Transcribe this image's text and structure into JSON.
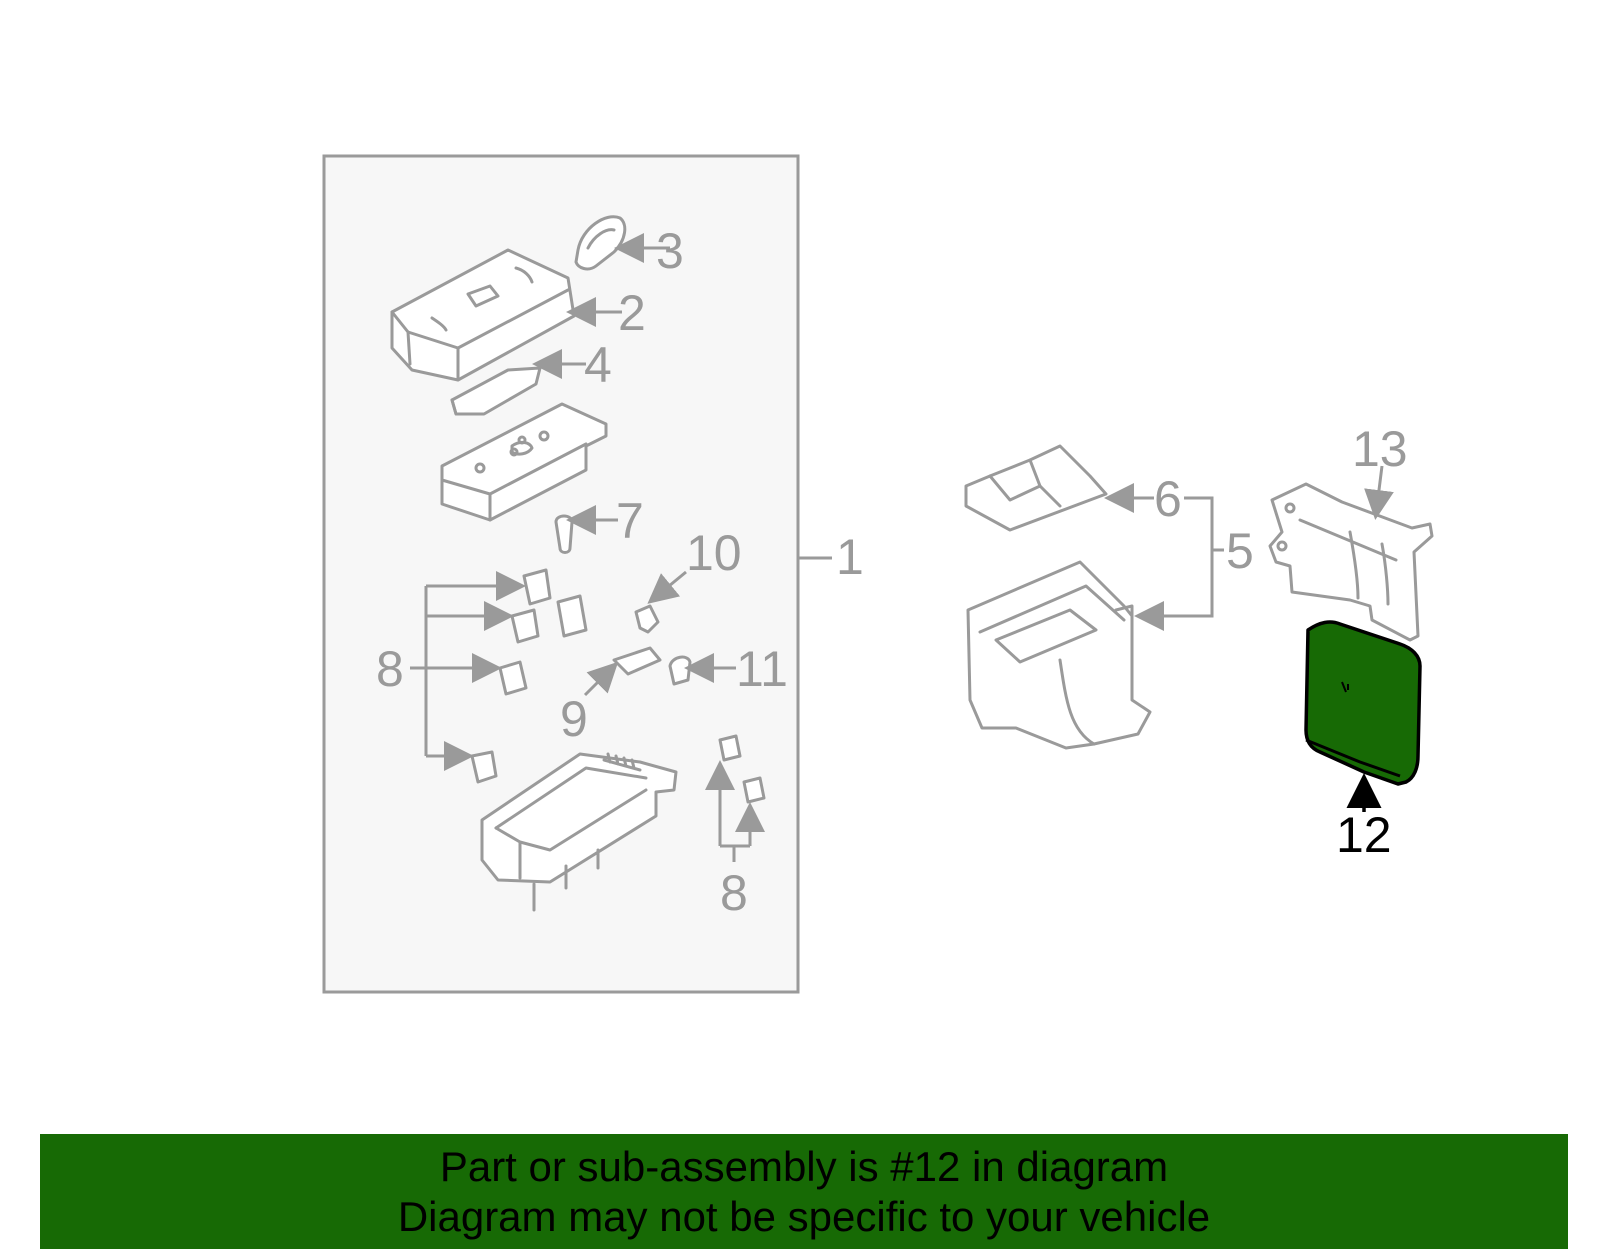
{
  "diagram": {
    "callouts": {
      "c1": "1",
      "c2": "2",
      "c3": "3",
      "c4": "4",
      "c5": "5",
      "c6": "6",
      "c7": "7",
      "c8a": "8",
      "c8b": "8",
      "c9": "9",
      "c10": "10",
      "c11": "11",
      "c12": "12",
      "c13": "13"
    },
    "highlight_color": "#176a05",
    "line_color": "#9a9a9a",
    "highlighted_part": "12"
  },
  "banner": {
    "line1": "Part or sub-assembly is #12 in diagram",
    "line2": "Diagram may not be specific to your vehicle",
    "background": "#176a05"
  }
}
